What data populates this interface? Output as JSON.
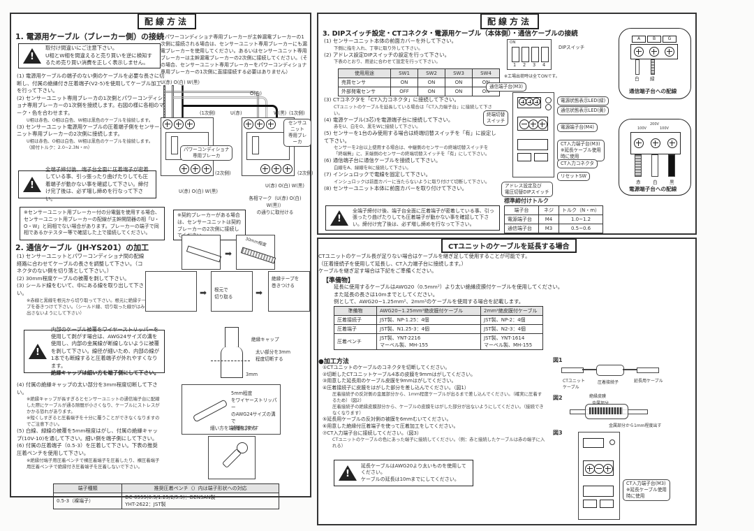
{
  "left_panel": {
    "header": "配線方法",
    "section1": {
      "title": "1. 電源用ケーブル（ブレーカー側）の接続",
      "warning": "取付け間違いにご注意下さい。\nU相とW相を間違えると売り買いを逆に検知するため売り買い消費を正しく表示しません。",
      "steps": [
        "(1) 電源用ケーブルの端子のない側のケーブルを必要な長さに切断し、付属の絶縁付き圧着端子(V2-5)を使用してケーブル加工を行って下さい。",
        "(2) センサーユニット専用ブレーカの1次側とパワーコンディショナ専用ブレーカーの1次側を接続します。右図の様に各相のマーク・色を合わせます。",
        "U相は赤色、O相は白色、W相は黒色のケーブルを接続します。",
        "(3) センサーユニット電源用ケーブルの圧着端子側をセンサーユニット専用ブレーカーの2次側に接続します。",
        "U相は赤色、O相は白色、W相は黒色のケーブルを接続します。",
        "（締付トルク：2.0~2.3N・m）"
      ],
      "note_right": "※パワーコンディショナ専用ブレーカーが主幹漏電ブレーカーの1次側に接続される場合は、センサーユニット専用ブレーカーにも漏電ブレーカーを使用してください。あるいはセンサーユニット専用ブレーカーは主幹漏電ブレーカーの2次側に接続してください。（その場合、センサーユニット専用ブレーカーをパワーコンディショナ専用ブレーカーの1次側に直接接続する必要はありません）",
      "warning2": "全端子締付後、端子台全面に圧着端子が密着している事、引っ張ったり曲げたりしても圧着端子が動かない事を確認して下さい。締付け完了後は、必ず増し締めを行なって下さい。",
      "note_box1": "※センサーユニット用ブレーカー付の分電盤を使用する場合、センサーユニット用ブレーカーの配線が主幹開閉器の相「U・O・W」と同相でない場合があります。ブレーカーの端子で同相であるかテスター等で確認した上で接続してください。",
      "note_box2": "※契約ブレーカーがある場合は、センサーユニットは契約ブレーカーの2次側に接続してください。",
      "diagram": {
        "top_wires": "U(赤) O(白) W(黒)",
        "o_label": "O(白)",
        "u_label": "U(赤)",
        "w_label": "W(黒)",
        "primary_left": "(1次側)",
        "primary_right": "(1次側)",
        "breaker_left": "パワーコンディショナ\n専用ブレーカ",
        "breaker_right": "センサユニット\n専用ブレーカ",
        "secondary_left": "(2次側)",
        "secondary_right": "(2次側)",
        "bottom_left": "U(赤) O(白) W(黒)",
        "bottom_right": "U(赤) O(白) W(黒)",
        "marks_note": "各相マーク（U(赤) O(白) W(黒)）\nの通りに取付ける"
      }
    },
    "section2": {
      "title": "2. 通信ケーブル（JH-YS201）の加工",
      "steps": [
        "(1) センサーユニットとパワーコンディショナ間の配線経路に合わせてケーブルの長さを調整して下さい。（コネクタのない側を切り落として下さい。）",
        "(2) 30mm程度ケーブルの被覆を剥して下さい。",
        "(3) シールド線をむいて、中にある線を取り出して下さい。",
        "※赤線と黒線を根元から切り取って下さい。根元に絶縁テープを巻きつけて下さい。（シールド線、切り取った線がはみ出さないようにして下さい）"
      ],
      "warning": "内部のケーブル被覆をワイヤーストリッパーを使用して剥がす場合は、AWG24サイズの溝を使用し、内部の金属線が断線しないように被覆を剥して下さい。線径が細いため、内部の線が1本でも断線すると圧着端子が外れやすくなります。",
      "warning_bold": "絶縁キャップは細い方を端子側にして下さい。",
      "steps2": [
        "(4) 付属の絶縁キャップの太い部分を3mm程度切断して下さい。",
        "※絶縁キャップが長すぎるとセンサーユニットの通信端子台に配線した際にケーブルが通る隙間が小さくなり、ケーブルにストレスがかかる恐れがあります。",
        "※短くしすぎると圧着端子を十分に覆うことができなくなりますのでご注意下さい。",
        "(5) 白線、緑線の被覆を5mm程度はがし、付属の絶縁キャップ(10V-10)を通して下さい。細い側を端子側にして下さい。",
        "(6) 付属の圧着端子（0.5-3）を圧着して下さい。下表の推奨圧着ペンチを使用して下さい。",
        "※絶縁付端子用圧着ペンチで裸圧着端子を圧着したり、裸圧着端子用圧着ペンチで絶縁付き圧着端子を圧着しないで下さい。"
      ],
      "fig_labels": {
        "strip": "30mm程度",
        "cut": "根元で\n切り取る",
        "tape": "絶縁テープを\n巻きつける",
        "cap": "絶縁キャップ",
        "cut3": "太い部分を3mm\n程度切断する",
        "mm3": "3mm",
        "strip5": "5mm程度\nをワイヤーストリッパー\nのAWG24サイズの溝で\n被覆を剥がす",
        "thin": "細い方を端子側にする"
      },
      "table": {
        "headers": [
          "端子種類",
          "推奨圧着ペンチ（）内は端子形状への対応"
        ],
        "rows": [
          [
            "0.5-3（裸端子）",
            "DC-0555(0.5/1.25/2/5.5)：DENSAN製\nYHT-2622：JST製"
          ]
        ]
      }
    }
  },
  "right_panel": {
    "header": "配線方法",
    "section3": {
      "title": "3. DIPスイッチ設定・CTコネクタ・電源用ケーブル（本体側）・通信ケーブルの接続",
      "steps": [
        "(1) センサーユニット本体の前面カバーを外して下さい。",
        "下側に指を入れ、丁寧に取り外して下さい。",
        "(2) アドレス設定DIPスイッチの設定を行って下さい。",
        "下表のとおり、用途に合わせて設定を行って下さい。"
      ],
      "dip_table": {
        "headers": [
          "使用用途",
          "SW1",
          "SW2",
          "SW3",
          "SW4"
        ],
        "rows": [
          [
            "売買センサ",
            "ON",
            "ON",
            "ON",
            "ON"
          ],
          [
            "外部発電センサ",
            "OFF",
            "ON",
            "ON",
            "ON"
          ]
        ]
      },
      "steps2": [
        "(3) CTコネクタを「CT入力コネクタ」に接続して下さい。",
        "CTユニットのケーブルを延長している場合は「CT入力端子台」に接続して下さい。",
        "(4) 電源ケーブル(3芯)を電源端子台に接続して下さい。",
        "赤をU、白をO、黒をWに接続して下さい。",
        "(5) センサーを1台のみ使用する場合は終端切替スイッチを「有」に設定して下さい。",
        "センサーを2台以上使用する場合は、中継側のセンサーの終端切替スイッチを「終端無」に、末端側のセンサーの終端切替スイッチを「有」にして下さい。",
        "(6) 通信端子台に通信ケーブルを接続して下さい。",
        "白線をA、緑線をBに接続して下さい。",
        "(7) インシュロックで電線を固定して下さい。",
        "インシュロックは前面カバーに当たらないように取り付けて切断して下さい。",
        "(8) センサーユニット本体に前面カバーを取り付けて下さい。"
      ],
      "warning": "全端子締付け後、端子台全面に圧着端子が密着している事、引っ張ったり曲げたりしても圧着端子が動かない事を確認して下さい。締付け完了後は、必ず増し締めを行なって下さい。",
      "dip": {
        "on": "ON",
        "nums": [
          "1",
          "2",
          "3",
          "4"
        ],
        "label": "DIPスイッチ",
        "note": "※工場出荷時は全てONです。"
      },
      "callouts": {
        "comm_terminal": "通信端子台(M3)",
        "term_switch": "終端切替\nスイッチ",
        "led_power": "電源状態表示LED(緑)",
        "led_comm": "通信状態表示LED(黄)",
        "power_terminal": "電源端子台(M4)",
        "ct_terminal": "CT入力端子台(M3)\n※延長ケーブル使用\n時に使用",
        "ct_connector": "CT入力コネクタ",
        "reset": "リセットSW",
        "address": "アドレス設定及び\n電圧切替DIPスイッチ"
      },
      "comm_box": {
        "terms": [
          "A",
          "B",
          "G"
        ],
        "wires": [
          "白",
          "緑"
        ],
        "caption": "通信端子台への配線"
      },
      "power_box": {
        "volts": [
          "100V",
          "200V",
          "100V"
        ],
        "wires": [
          "赤",
          "白",
          "黒"
        ],
        "caption": "電源端子台への配線"
      },
      "torque": {
        "title": "標準締付けトルク",
        "headers": [
          "端子台",
          "ネジ",
          "トルク（N・m）"
        ],
        "rows": [
          [
            "電源端子台",
            "M4",
            "1.0~1.2"
          ],
          [
            "通信端子台",
            "M3",
            "0.5~0.6"
          ]
        ]
      }
    },
    "ct_section": {
      "header": "CTユニットのケーブルを延長する場合",
      "intro": [
        "CTユニットのケーブル長が足りない場合はケーブルを継ぎ足して使用することが可能です。",
        "（圧着接続子を使用して延長し、CT入力端子台に接続します。）",
        "ケーブルを継ぎ足す場合は下記をご準備ください。"
      ],
      "prep_title": "【準備物】",
      "prep": [
        "延長に使用するケーブルはAWG20（0.5mm²）より太い絶縁皮膜付ケーブルを使用してください。",
        "また延長の長さは10mまでとしてください。",
        "例として、AWG20~1.25mm²、2mm²のケーブルを使用する場合を記載します。"
      ],
      "prep_table": {
        "headers": [
          "準備物",
          "AWG20~1.25mm²絶皮膜付ケーブル",
          "2mm²絶皮膜付ケーブル"
        ],
        "rows": [
          [
            "圧着接続子",
            "JST製、NP-1.25：4個",
            "JST製、NP-2：4個"
          ],
          [
            "圧着端子",
            "JST製、N1.25-3：4個",
            "JST製、N2-3：4個"
          ],
          [
            "圧着ペンチ",
            "JST製、YNT-2216\nマーベル製、MH-155",
            "JST製、YNT-1614\nマーベル製、MH-155"
          ]
        ]
      },
      "method_title": "●加工方法",
      "method": [
        "①CTユニットのケーブルのコネクタを切断してください。",
        "②切断したCTユニットケーブル4本の皮膜を9mmはがしてください。",
        "③用意した延長用のケーブル皮膜を9mmはがしてください。",
        "④圧着接続子に皮膜をはがした部分を差し込んでください。（図1）",
        "圧着接続子の反対側の金属部分から、1mm程度ケーブルが出るまで差し込んでください。（確実に圧着するため）（図2）",
        "圧着接続子の絶縁皮膜部分から、ケーブルの皮膜をはがした部分が出ないようにしてください。（接続できなくなります）",
        "⑤延長用ケーブルの反対側の被膜を6mmむいてください。",
        "⑥用意した絶縁付圧着端子を使って圧着加工をしてください。",
        "⑦CT入力端子台に接続してください。（図3）",
        "CTユニットのケーブルの色にあった端子に接続してください。（例：赤と接続したケーブルは赤の端子に入れる）"
      ],
      "warning": "延長ケーブルはAWG20より太いものを使用してください。\nケーブルの延長は10mまでにしてください。",
      "figs": {
        "fig1": "図1",
        "fig1_left": "CTユニット\nケーブル",
        "fig1_mid": "圧着接続子",
        "fig1_right": "延長用ケーブル",
        "fig2": "図2",
        "fig2_a": "絶縁皮膜",
        "fig2_b": "金属部分",
        "fig2_c": "金属部分から1mm程度出す",
        "fig3": "図3",
        "fig3_callout": "CT入力端子台(M3)\n※延長ケーブル使用\n時に使用"
      }
    }
  }
}
